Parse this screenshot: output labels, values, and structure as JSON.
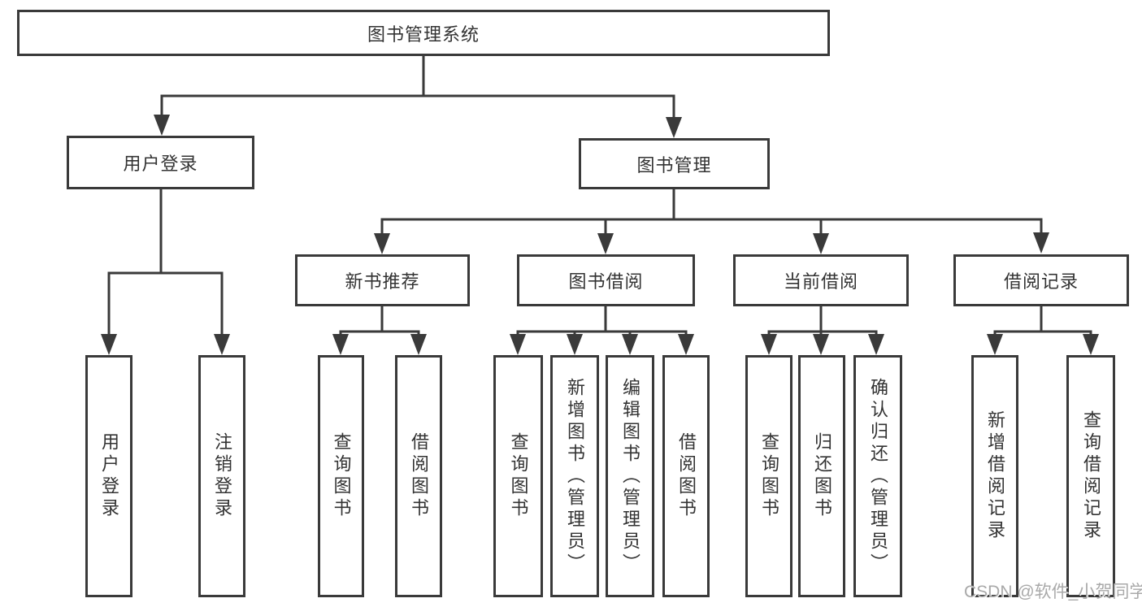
{
  "diagram": {
    "title": "图书管理系统",
    "root": {
      "label": "图书管理系统"
    },
    "level1": [
      {
        "id": "user-login",
        "label": "用户登录"
      },
      {
        "id": "book-management",
        "label": "图书管理"
      }
    ],
    "level2": [
      {
        "id": "new-book-recommend",
        "label": "新书推荐",
        "parent": "book-management"
      },
      {
        "id": "book-borrow",
        "label": "图书借阅",
        "parent": "book-management"
      },
      {
        "id": "current-borrow",
        "label": "当前借阅",
        "parent": "book-management"
      },
      {
        "id": "borrow-record",
        "label": "借阅记录",
        "parent": "book-management"
      }
    ],
    "leaves": [
      {
        "id": "user-login-leaf",
        "label": "用户登录",
        "parent": "user-login"
      },
      {
        "id": "logout",
        "label": "注销登录",
        "parent": "user-login"
      },
      {
        "id": "query-books-1",
        "label": "查询图书",
        "parent": "new-book-recommend"
      },
      {
        "id": "borrow-books-1",
        "label": "借阅图书",
        "parent": "new-book-recommend"
      },
      {
        "id": "query-books-2",
        "label": "查询图书",
        "parent": "book-borrow"
      },
      {
        "id": "add-books-admin",
        "label": "新增图书（管理员）",
        "parent": "book-borrow"
      },
      {
        "id": "edit-books-admin",
        "label": "编辑图书（管理员）",
        "parent": "book-borrow"
      },
      {
        "id": "borrow-books-2",
        "label": "借阅图书",
        "parent": "book-borrow"
      },
      {
        "id": "query-books-3",
        "label": "查询图书",
        "parent": "current-borrow"
      },
      {
        "id": "return-books",
        "label": "归还图书",
        "parent": "current-borrow"
      },
      {
        "id": "confirm-return-admin",
        "label": "确认归还（管理员）",
        "parent": "current-borrow"
      },
      {
        "id": "add-borrow-record",
        "label": "新增借阅记录",
        "parent": "borrow-record"
      },
      {
        "id": "query-borrow-record",
        "label": "查询借阅记录",
        "parent": "borrow-record"
      }
    ]
  },
  "watermark": {
    "text": "CSDN @软件_小贺同学"
  },
  "colors": {
    "line": "#3a3a3a",
    "text": "#333333",
    "background": "#ffffff",
    "watermark": "#a9a9a9"
  }
}
